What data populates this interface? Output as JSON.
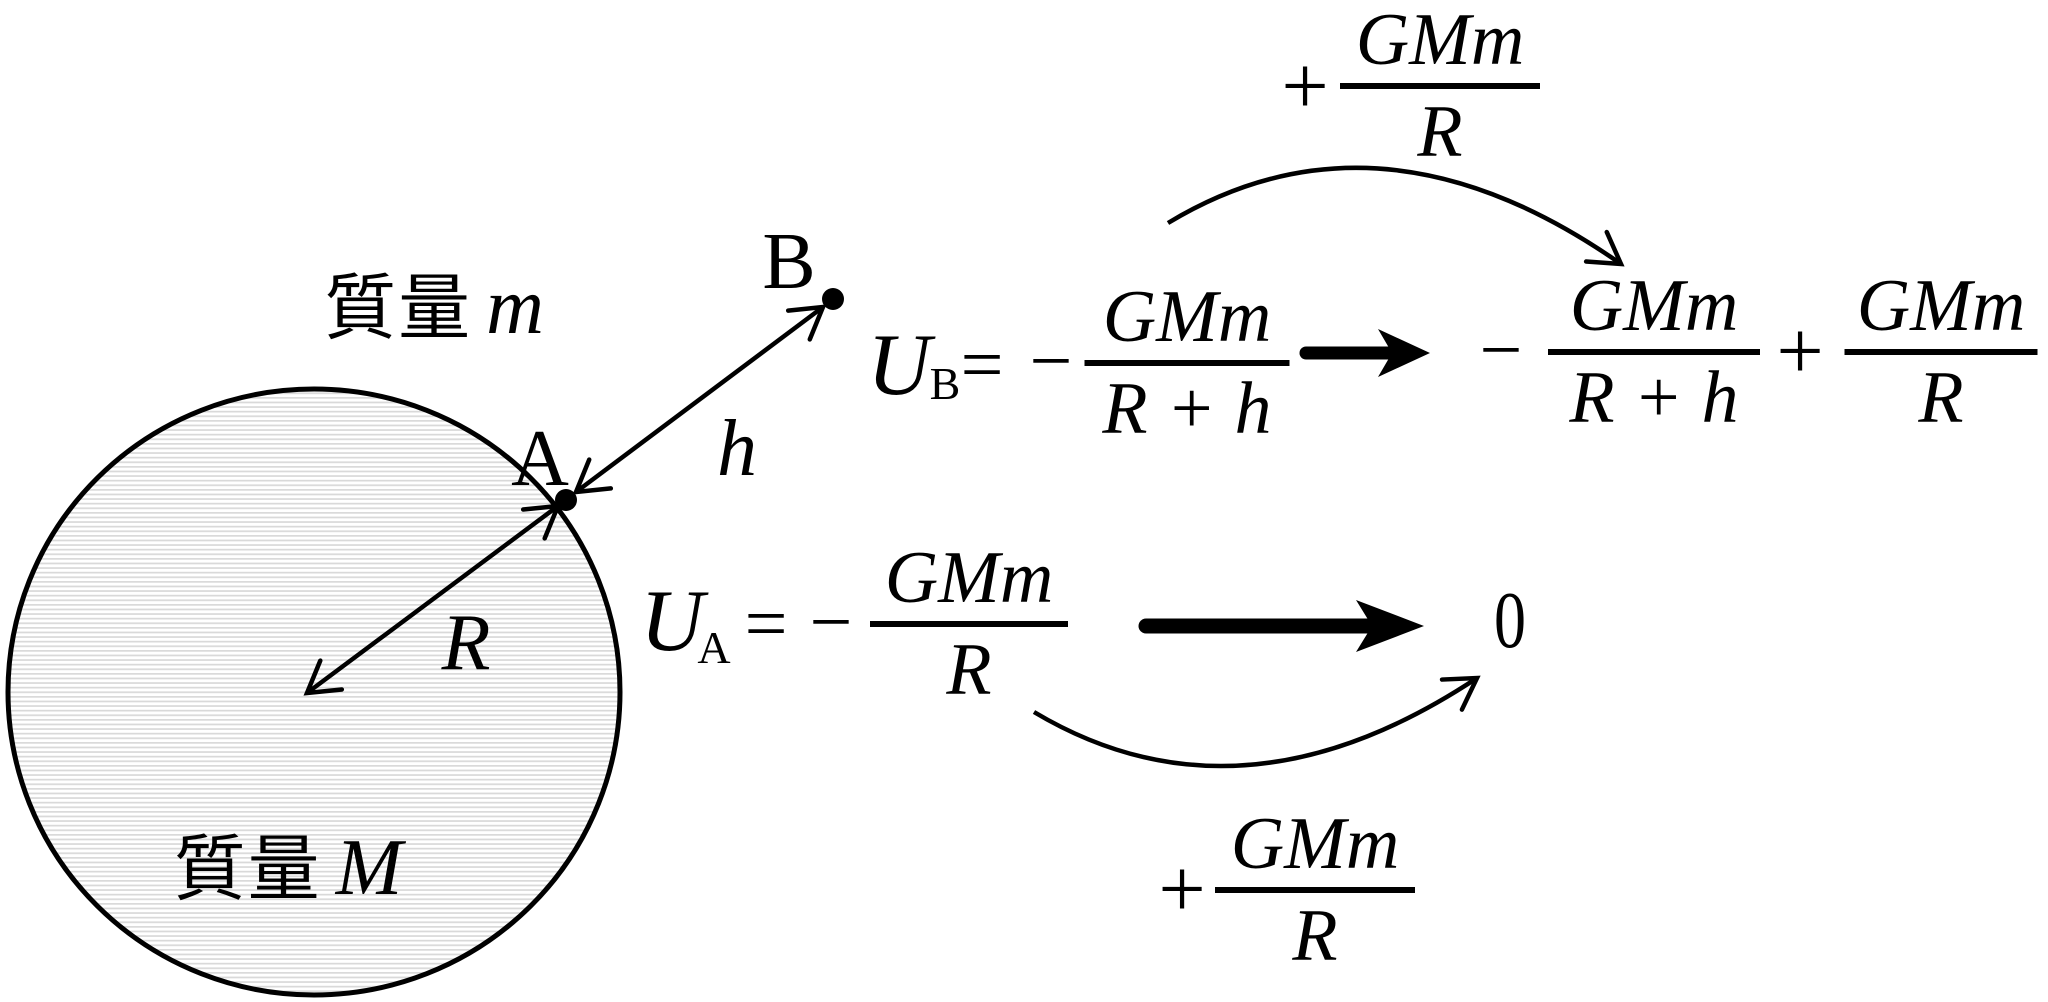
{
  "colors": {
    "ink": "#000000",
    "hatch_line": "#d9d9d9",
    "background": "#ffffff"
  },
  "diagram": {
    "satellite_label": {
      "prefix": "質量",
      "symbol": "m"
    },
    "planet_label": {
      "prefix": "質量",
      "symbol": "M"
    },
    "point_a": "A",
    "point_b": "B",
    "radius_label": "R",
    "height_label": "h"
  },
  "equations": {
    "row_b": {
      "lhs_symbol": "U",
      "lhs_subscript": "B",
      "equals": "=",
      "minus": "−",
      "fraction": {
        "numerator": "GMm",
        "denominator": "R + h"
      },
      "result": {
        "minus": "−",
        "fraction1": {
          "numerator": "GMm",
          "denominator": "R + h"
        },
        "plus": "+",
        "fraction2": {
          "numerator": "GMm",
          "denominator": "R"
        }
      },
      "annotation": {
        "plus": "+",
        "numerator": "GMm",
        "denominator": "R"
      }
    },
    "row_a": {
      "lhs_symbol": "U",
      "lhs_subscript": "A",
      "equals": "=",
      "minus": "−",
      "fraction": {
        "numerator": "GMm",
        "denominator": "R"
      },
      "result": "0",
      "annotation": {
        "plus": "+",
        "numerator": "GMm",
        "denominator": "R"
      }
    }
  }
}
